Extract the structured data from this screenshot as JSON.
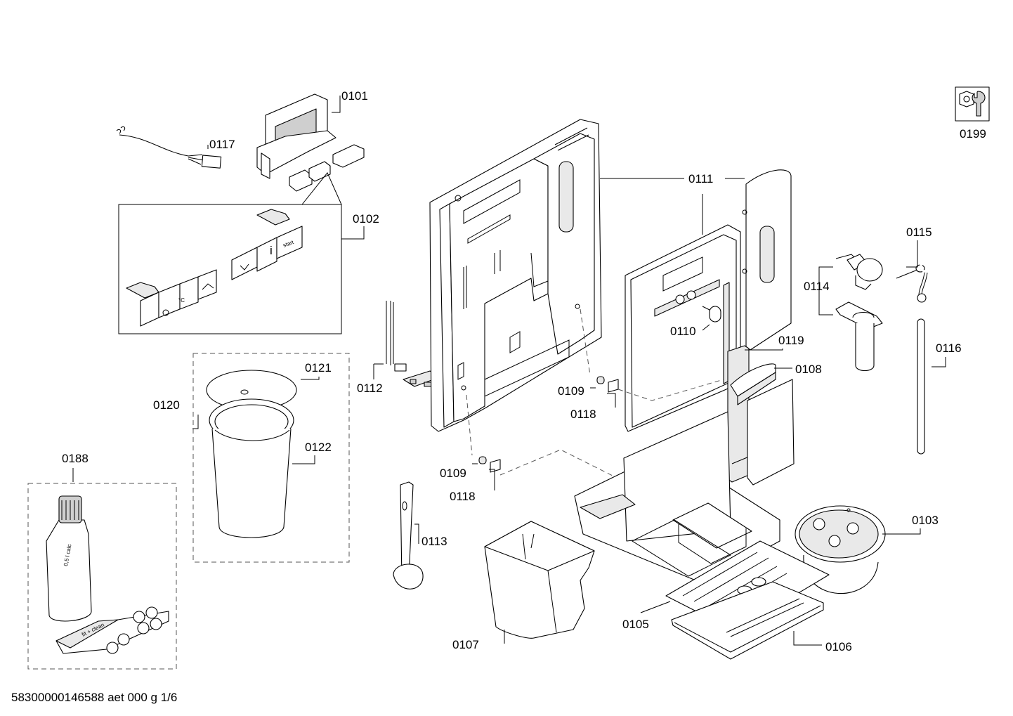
{
  "diagram": {
    "part_labels": {
      "p0101": "0101",
      "p0102": "0102",
      "p0103": "0103",
      "p0105": "0105",
      "p0106": "0106",
      "p0107": "0107",
      "p0108": "0108",
      "p0109a": "0109",
      "p0109b": "0109",
      "p0110": "0110",
      "p0111": "0111",
      "p0112": "0112",
      "p0113": "0113",
      "p0114": "0114",
      "p0115": "0115",
      "p0116": "0116",
      "p0117": "0117",
      "p0118a": "0118",
      "p0118b": "0118",
      "p0119": "0119",
      "p0120": "0120",
      "p0121": "0121",
      "p0122": "0122",
      "p0188": "0188",
      "p0199": "0199"
    },
    "button_labels": {
      "info": "i",
      "start": "start",
      "temp": "°C"
    },
    "product_labels": {
      "descaler": "0,5 l calc",
      "cleaning": "fit + clean"
    },
    "footer": "58300000146588 aet 000 g 1/6"
  }
}
